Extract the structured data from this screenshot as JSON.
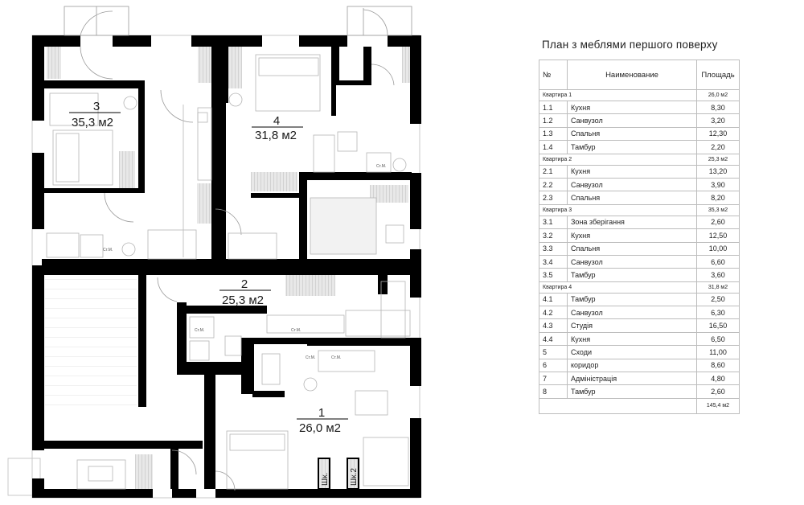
{
  "plan": {
    "rooms": [
      {
        "number": "3",
        "area": "35,3 м2"
      },
      {
        "number": "4",
        "area": "31,8 м2"
      },
      {
        "number": "2",
        "area": "25,3 м2"
      },
      {
        "number": "1",
        "area": "26,0 м2"
      }
    ],
    "cabinets": [
      "Шк.",
      "Шк.2"
    ],
    "fixture_label": "Ст.М."
  },
  "schedule": {
    "title": "План з меблями першого поверху",
    "headers": {
      "no": "№",
      "name": "Наименование",
      "area": "Площадь"
    },
    "groups": [
      {
        "name": "Квартира 1",
        "area": "26,0 м2",
        "rows": [
          {
            "no": "1.1",
            "name": "Кухня",
            "area": "8,30"
          },
          {
            "no": "1.2",
            "name": "Санвузол",
            "area": "3,20"
          },
          {
            "no": "1.3",
            "name": "Спальня",
            "area": "12,30"
          },
          {
            "no": "1.4",
            "name": "Тамбур",
            "area": "2,20"
          }
        ]
      },
      {
        "name": "Квартира 2",
        "area": "25,3 м2",
        "rows": [
          {
            "no": "2.1",
            "name": "Кухня",
            "area": "13,20"
          },
          {
            "no": "2.2",
            "name": "Санвузол",
            "area": "3,90"
          },
          {
            "no": "2.3",
            "name": "Спальня",
            "area": "8,20"
          }
        ]
      },
      {
        "name": "Квартира 3",
        "area": "35,3 м2",
        "rows": [
          {
            "no": "3.1",
            "name": "Зона зберігання",
            "area": "2,60"
          },
          {
            "no": "3.2",
            "name": "Кухня",
            "area": "12,50"
          },
          {
            "no": "3.3",
            "name": "Спальня",
            "area": "10,00"
          },
          {
            "no": "3.4",
            "name": "Санвузол",
            "area": "6,60"
          },
          {
            "no": "3.5",
            "name": "Тамбур",
            "area": "3,60"
          }
        ]
      },
      {
        "name": "Квартира 4",
        "area": "31,8 м2",
        "rows": [
          {
            "no": "4.1",
            "name": "Тамбур",
            "area": "2,50"
          },
          {
            "no": "4.2",
            "name": "Санвузол",
            "area": "6,30"
          },
          {
            "no": "4.3",
            "name": "Студія",
            "area": "16,50"
          },
          {
            "no": "4.4",
            "name": "Кухня",
            "area": "6,50"
          }
        ]
      }
    ],
    "common_rows": [
      {
        "no": "5",
        "name": "Сходи",
        "area": "11,00"
      },
      {
        "no": "6",
        "name": "коридор",
        "area": "8,60"
      },
      {
        "no": "7",
        "name": "Адміністрація",
        "area": "4,80"
      },
      {
        "no": "8",
        "name": "Тамбур",
        "area": "2,60"
      }
    ],
    "total": "145,4 м2"
  }
}
